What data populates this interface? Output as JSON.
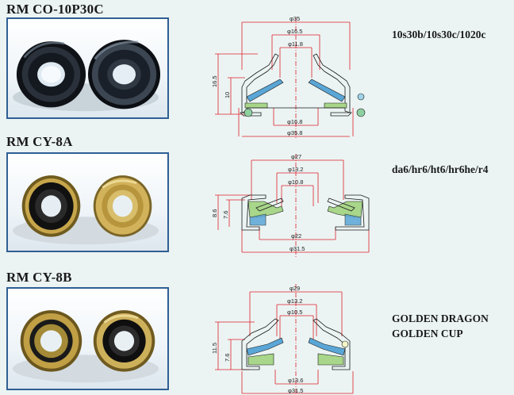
{
  "sections": [
    {
      "title": "RM CO-10P30C",
      "models": [
        "10s30b/10s30c/1020c"
      ],
      "dims": {
        "top_outer": "φ35",
        "top_mid": "φ16.5",
        "top_inner": "φ11.8",
        "height_outer": "16.5",
        "height_inner": "10",
        "bottom_inner": "φ16.8",
        "bottom_outer": "φ35.8"
      },
      "photo": {
        "left": "black-rubber-seal",
        "right": "black-rubber-seal-cup"
      },
      "colors": {
        "body": "#3a3f4a",
        "rubber": "#111418"
      }
    },
    {
      "title": "RM CY-8A",
      "models": [
        "da6/hr6/ht6/hr6he/r4"
      ],
      "dims": {
        "top_outer": "φ27",
        "top_mid": "φ13.2",
        "top_inner": "φ10.8",
        "height_outer": "8.6",
        "height_inner": "7.6",
        "bottom_inner": "φ22",
        "bottom_outer": "φ31.5"
      },
      "photo": {
        "left": "gold-seal-black-center",
        "right": "gold-metal-seal"
      },
      "colors": {
        "body": "#b89a3c",
        "rubber": "#121212"
      }
    },
    {
      "title": "RM CY-8B",
      "models": [
        "GOLDEN DRAGON",
        "GOLDEN CUP"
      ],
      "dims": {
        "top_outer": "φ29",
        "top_mid": "φ13.2",
        "top_inner": "φ10.5",
        "height_outer": "11.5",
        "height_inner": "7.6",
        "bottom_inner": "φ13.6",
        "bottom_outer": "φ31.5"
      },
      "photo": {
        "left": "gold-seal-black-center",
        "right": "gold-cup-black-center"
      },
      "colors": {
        "body": "#a98f3a",
        "rubber": "#111"
      }
    }
  ]
}
